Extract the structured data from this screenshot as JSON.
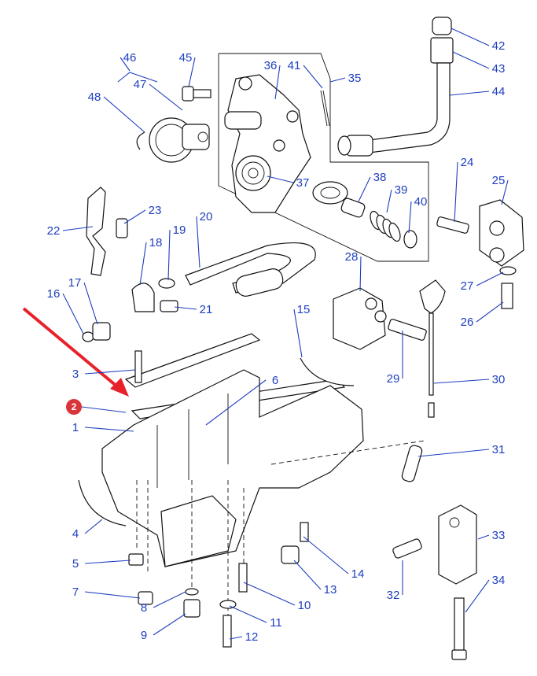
{
  "diagram": {
    "callouts": [
      "1",
      "3",
      "4",
      "5",
      "6",
      "7",
      "8",
      "9",
      "10",
      "11",
      "12",
      "13",
      "14",
      "15",
      "16",
      "17",
      "18",
      "19",
      "20",
      "21",
      "22",
      "23",
      "24",
      "25",
      "26",
      "27",
      "28",
      "29",
      "30",
      "31",
      "32",
      "33",
      "34",
      "35",
      "36",
      "37",
      "38",
      "39",
      "40",
      "41",
      "42",
      "43",
      "44",
      "45",
      "46",
      "47",
      "48"
    ],
    "highlight": {
      "number": "2",
      "color": "#d9343a",
      "arrow_color": "#e8202a"
    },
    "label_color": "#1f3fbf",
    "line_color": "#111111"
  }
}
